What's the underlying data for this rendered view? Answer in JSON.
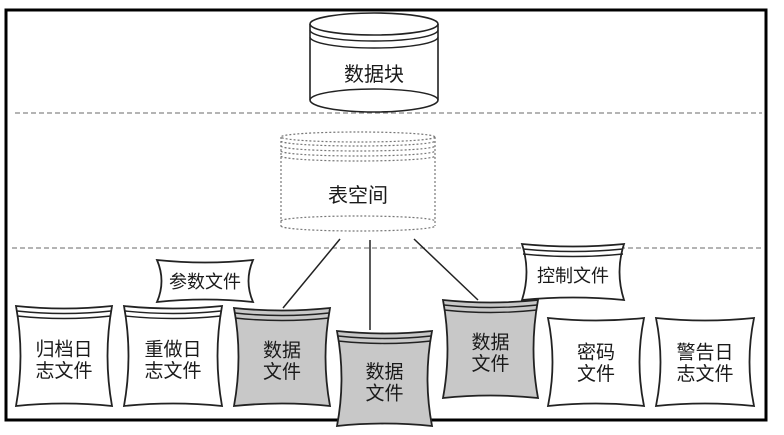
{
  "diagram": {
    "layers": {
      "data_block": {
        "label": "数据块"
      },
      "tablespace": {
        "label": "表空间"
      }
    },
    "files": [
      {
        "id": "archive-log-file",
        "lines": [
          "归档日",
          "志文件"
        ],
        "style": "plain-triple"
      },
      {
        "id": "redo-log-file",
        "lines": [
          "重做日",
          "志文件"
        ],
        "style": "plain-triple"
      },
      {
        "id": "data-file-1",
        "lines": [
          "数据",
          "文件"
        ],
        "style": "gray"
      },
      {
        "id": "data-file-2",
        "lines": [
          "数据",
          "文件"
        ],
        "style": "gray"
      },
      {
        "id": "data-file-3",
        "lines": [
          "数据",
          "文件"
        ],
        "style": "gray"
      },
      {
        "id": "password-file",
        "lines": [
          "密码",
          "文件"
        ],
        "style": "plain"
      },
      {
        "id": "alert-log-file",
        "lines": [
          "警告日",
          "志文件"
        ],
        "style": "plain"
      }
    ],
    "parameter_file": {
      "label": "参数文件"
    },
    "control_file": {
      "label": "控制文件"
    },
    "colors": {
      "border": "#000000",
      "stroke": "#222222",
      "dashed": "#888888",
      "data_file_fill": "#c8c8c8",
      "plain_fill": "#ffffff"
    }
  }
}
